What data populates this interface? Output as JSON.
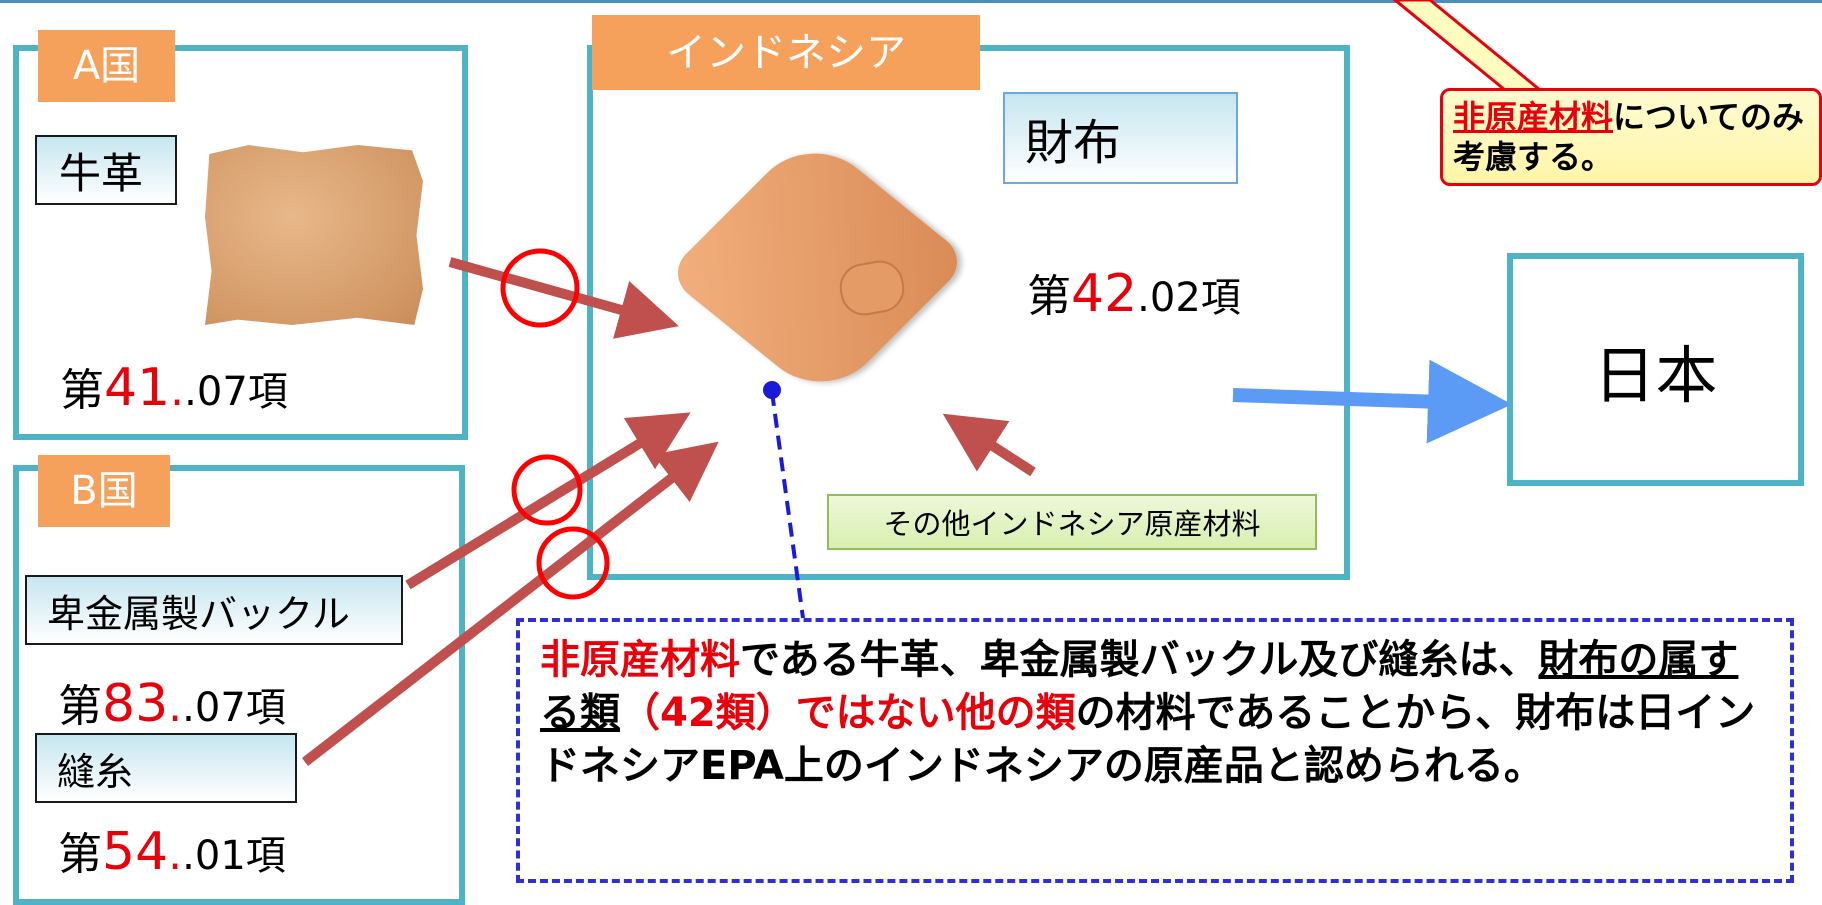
{
  "callout": {
    "highlight": "非原産材料",
    "rest": "についてのみ考慮する。"
  },
  "country_a": {
    "tab": "A国",
    "material_label": "牛革",
    "hs": {
      "prefix": "第",
      "chapter": "41",
      "suffix": ".07項"
    }
  },
  "country_b": {
    "tab": "B国",
    "buckle_label": "卑金属製バックル",
    "buckle_hs": {
      "prefix": "第",
      "chapter": "83",
      "suffix": ".07項"
    },
    "thread_label": "縫糸",
    "thread_hs": {
      "prefix": "第",
      "chapter": "54",
      "suffix": ".01項"
    }
  },
  "indonesia": {
    "tab": "インドネシア",
    "product_label": "財布",
    "hs": {
      "prefix": "第",
      "chapter": "42",
      "suffix": ".02項"
    },
    "other_materials": "その他インドネシア原産材料"
  },
  "japan": {
    "label": "日本"
  },
  "note": {
    "p1": "非原産材料",
    "p2": "である牛革、卑金属製バックル及び縫糸は、",
    "p3": "財布の属する類",
    "p4": "（42類）ではない他の類",
    "p5": "の材料であることから、財布は日インドネシアEPA上のインドネシアの原産品と認められる。"
  },
  "colors": {
    "box_border": "#4fb3c6",
    "tab_fill": "#f5a05b",
    "accent_red": "#e8000b",
    "arrow": "#c0504d",
    "arrow_blue": "#5b9bf5",
    "note_border": "#2f2fd8"
  }
}
